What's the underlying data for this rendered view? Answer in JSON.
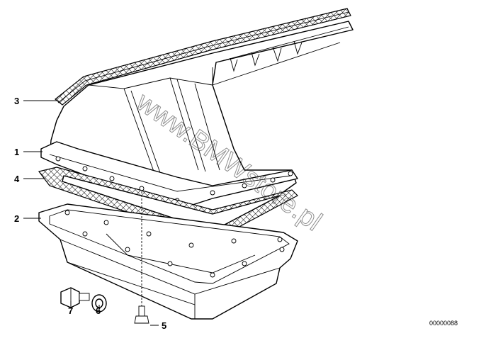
{
  "callouts": {
    "c1": "1",
    "c2": "2",
    "c3": "3",
    "c4": "4",
    "c5": "5",
    "c6": "6",
    "c7": "7"
  },
  "watermark": "www.BMWstore.pl",
  "diagram_code": "00000088"
}
